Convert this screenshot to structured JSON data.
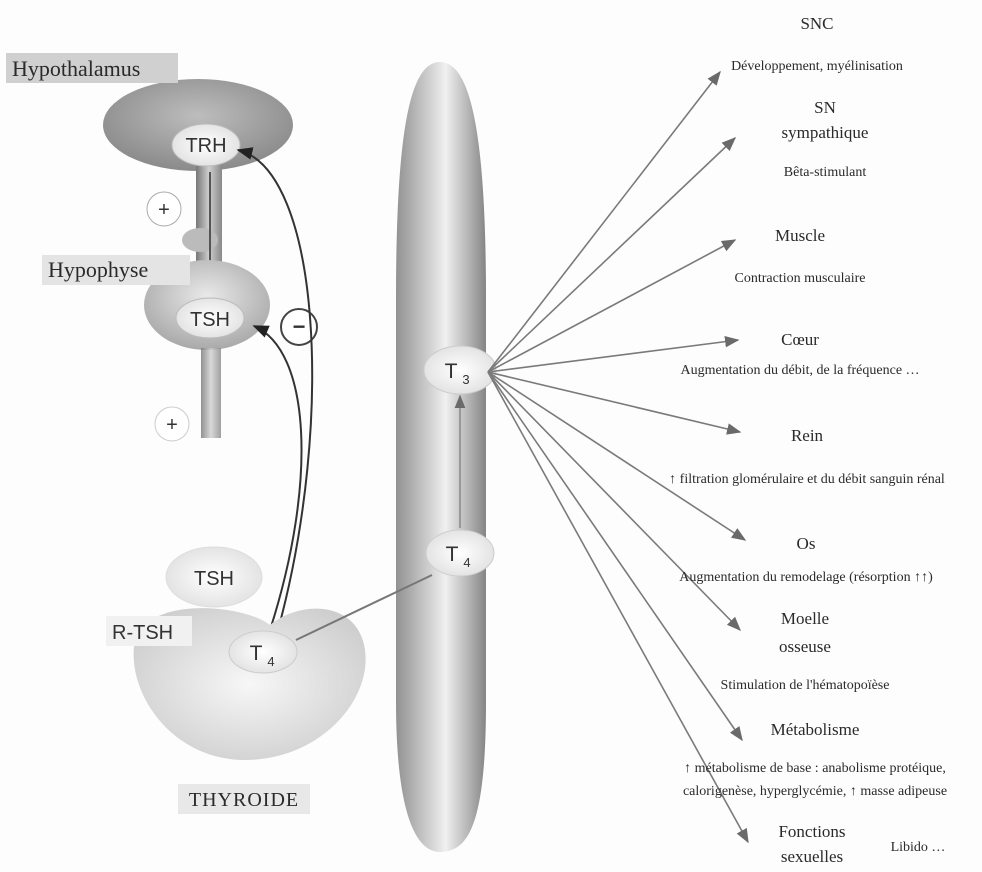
{
  "hypothalamus": {
    "label": "Hypothalamus",
    "hormone": "TRH"
  },
  "hypophyse": {
    "label": "Hypophyse",
    "hormone": "TSH"
  },
  "thyroid": {
    "label": "THYROIDE",
    "receptor_label": "R-TSH",
    "tsh_label": "TSH",
    "hormone_base": "T",
    "hormone_sub": "4"
  },
  "signs": {
    "stimulation": "+",
    "inhibition": "−"
  },
  "vessel": {
    "t3": {
      "base": "T",
      "sub": "3"
    },
    "t4": {
      "base": "T",
      "sub": "4"
    }
  },
  "targets": [
    {
      "name_lines": [
        "SNC"
      ],
      "effect_lines": [
        "Développement, myélinisation"
      ]
    },
    {
      "name_lines": [
        "SN",
        "sympathique"
      ],
      "effect_lines": [
        "Bêta-stimulant"
      ]
    },
    {
      "name_lines": [
        "Muscle"
      ],
      "effect_lines": [
        "Contraction musculaire"
      ]
    },
    {
      "name_lines": [
        "Cœur"
      ],
      "effect_lines": [
        "Augmentation du débit, de la fréquence …"
      ]
    },
    {
      "name_lines": [
        "Rein"
      ],
      "effect_lines": [
        "↑ filtration glomérulaire et du débit sanguin rénal"
      ]
    },
    {
      "name_lines": [
        "Os"
      ],
      "effect_lines": [
        "Augmentation du remodelage (résorption ↑↑)"
      ]
    },
    {
      "name_lines": [
        "Moelle",
        "osseuse"
      ],
      "effect_lines": [
        "Stimulation de l'hématopoïèse"
      ]
    },
    {
      "name_lines": [
        "Métabolisme"
      ],
      "effect_lines": [
        "↑ métabolisme de base : anabolisme protéique,",
        "calorigenèse, hyperglycémie, ↑ masse adipeuse"
      ]
    },
    {
      "name_lines": [
        "Fonctions",
        "sexuelles"
      ],
      "effect_lines": [
        "Libido …"
      ]
    }
  ]
}
